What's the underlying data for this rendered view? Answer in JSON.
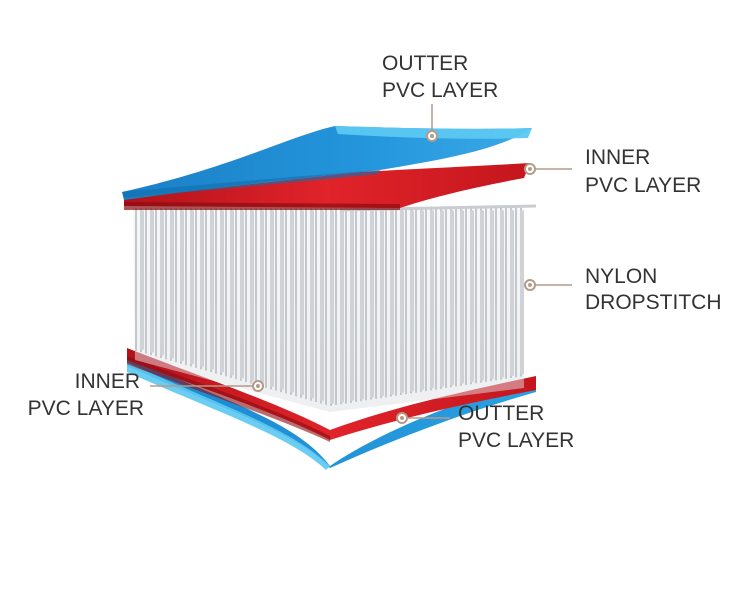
{
  "labels": {
    "top_outer": [
      "OUTTER",
      "PVC LAYER"
    ],
    "top_inner": [
      "INNER",
      "PVC LAYER"
    ],
    "core": [
      "NYLON",
      "DROPSTITCH"
    ],
    "bottom_inner": [
      "INNER",
      "PVC LAYER"
    ],
    "bottom_outer": [
      "OUTTER",
      "PVC LAYER"
    ]
  },
  "colors": {
    "outer_pvc": "#1e8fd6",
    "outer_pvc_light": "#5cc8f2",
    "inner_pvc": "#cc1a1f",
    "inner_pvc_dark": "#8c0c10",
    "dropstitch": "#d4d8dc",
    "leader": "#b59a88",
    "text": "#333333"
  }
}
